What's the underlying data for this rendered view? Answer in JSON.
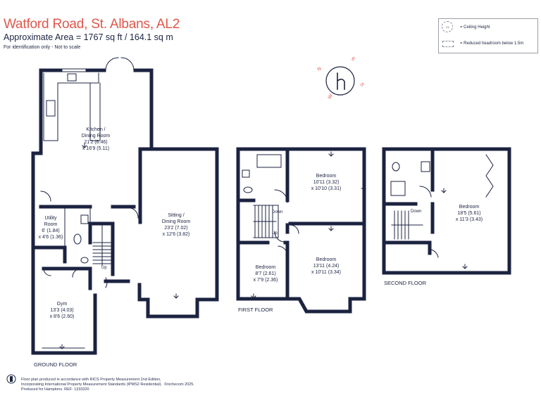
{
  "header": {
    "title": "Watford Road, St. Albans, AL2",
    "area": "Approximate Area = 1767 sq ft / 164.1 sq m",
    "disclaimer": "For identification only - Not to scale"
  },
  "legend": {
    "ceiling_label": "= Ceiling Height",
    "reduced_label": "= Reduced headroom below 1.5m"
  },
  "ground_floor": {
    "label": "GROUND FLOOR",
    "kitchen": {
      "name1": "Kitchen /",
      "name2": "Dining Room",
      "dim1": "21'2 (6.46)",
      "dim2": "x 16'9 (5.11)"
    },
    "utility": {
      "name1": "Utility",
      "name2": "Room",
      "dim1": "6' (1.84)",
      "dim2": "x 4'6 (1.36)"
    },
    "sitting": {
      "name1": "Sitting /",
      "name2": "Dining Room",
      "dim1": "23'2 (7.02)",
      "dim2": "x 12'6 (3.82)"
    },
    "gym": {
      "name": "Gym",
      "dim1": "13'3 (4.03)",
      "dim2": "x 8'6 (2.60)"
    },
    "stairs": "Up"
  },
  "first_floor": {
    "label": "FIRST FLOOR",
    "bedroom_a": {
      "name": "Bedroom",
      "dim1": "10'11 (3.32)",
      "dim2": "x 10'10 (3.31)"
    },
    "bedroom_b": {
      "name": "Bedroom",
      "dim1": "8'7 (2.61)",
      "dim2": "x 7'9 (2.36)"
    },
    "bedroom_c": {
      "name": "Bedroom",
      "dim1": "13'11 (4.24)",
      "dim2": "x 10'11 (3.34)"
    },
    "stairs_down": "Down",
    "stairs_up": "Up"
  },
  "second_floor": {
    "label": "SECOND FLOOR",
    "bedroom": {
      "name": "Bedroom",
      "dim1": "18'5 (5.61)",
      "dim2": "x 11'3 (3.43)"
    },
    "stairs_down": "Down"
  },
  "compass": {
    "n": "N",
    "e": "E",
    "s": "S",
    "w": "W",
    "logo": "h"
  },
  "footer": {
    "line1": "Floor plan produced in accordance with RICS Property Measurement 2nd Edition,",
    "line2": "Incorporating International Property Measurement Standards (IPMS2 Residential).",
    "copyright": "©nichecom 2025.",
    "line3": "Produced for Hamptons.   REF:  1333320"
  },
  "colors": {
    "wall": "#1c2340",
    "title": "#e0574b",
    "text": "#1c2340"
  }
}
